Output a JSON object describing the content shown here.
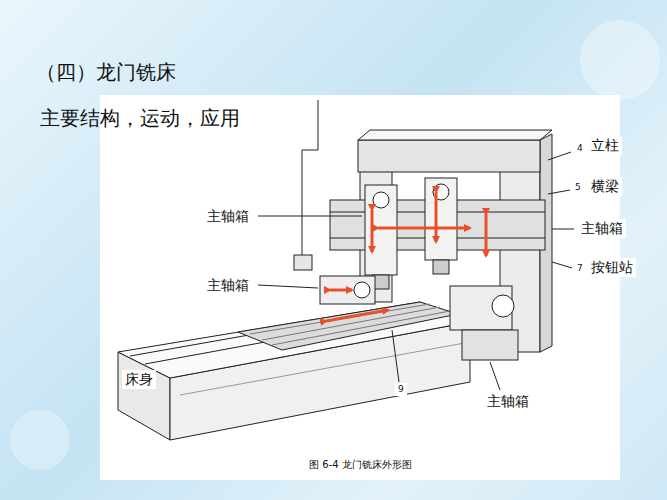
{
  "diagram": {
    "title": "（四）龙门铣床",
    "caption": "图 6-4 龙门铣床外形图",
    "labels": [
      "主要结构，运动，应用",
      "立柱",
      "主轴箱",
      "横梁",
      "主轴箱",
      "主轴箱",
      "按钮站",
      "床身",
      "主轴箱",
      "4",
      "5",
      "7",
      "9"
    ]
  }
}
